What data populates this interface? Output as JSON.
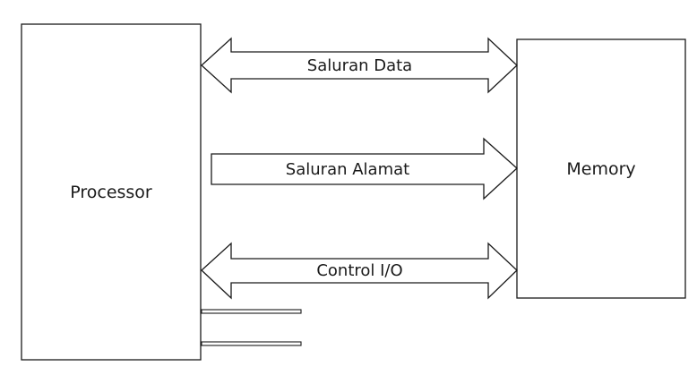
{
  "blocks": {
    "processor": "Processor",
    "memory": "Memory"
  },
  "buses": {
    "data": "Saluran Data",
    "address": "Saluran Alamat",
    "control": "Control I/O"
  },
  "colors": {
    "stroke": "#1a1a1a",
    "fill": "#ffffff"
  }
}
